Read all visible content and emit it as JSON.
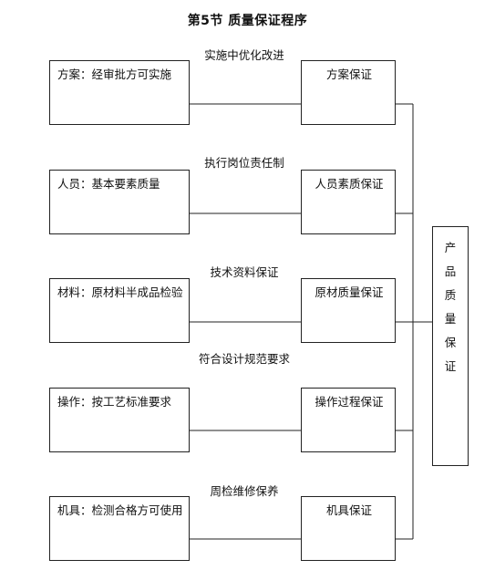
{
  "title": "第5节  质量保证程序",
  "rows": [
    {
      "left": "方案：经审批方可实施",
      "note": "实施中优化改进",
      "mid": "方案保证"
    },
    {
      "left": "人员：基本要素质量",
      "note": "执行岗位责任制",
      "mid": "人员素质保证"
    },
    {
      "left": "材料：原材料半成品检验",
      "note": "技术资料保证",
      "mid": "原材质量保证"
    },
    {
      "left": "操作：按工艺标准要求",
      "note": "符合设计规范要求",
      "mid": "操作过程保证"
    },
    {
      "left": "机具：检测合格方可使用",
      "note": "周检维修保养",
      "mid": "机具保证"
    }
  ],
  "product": "产品质量保证"
}
